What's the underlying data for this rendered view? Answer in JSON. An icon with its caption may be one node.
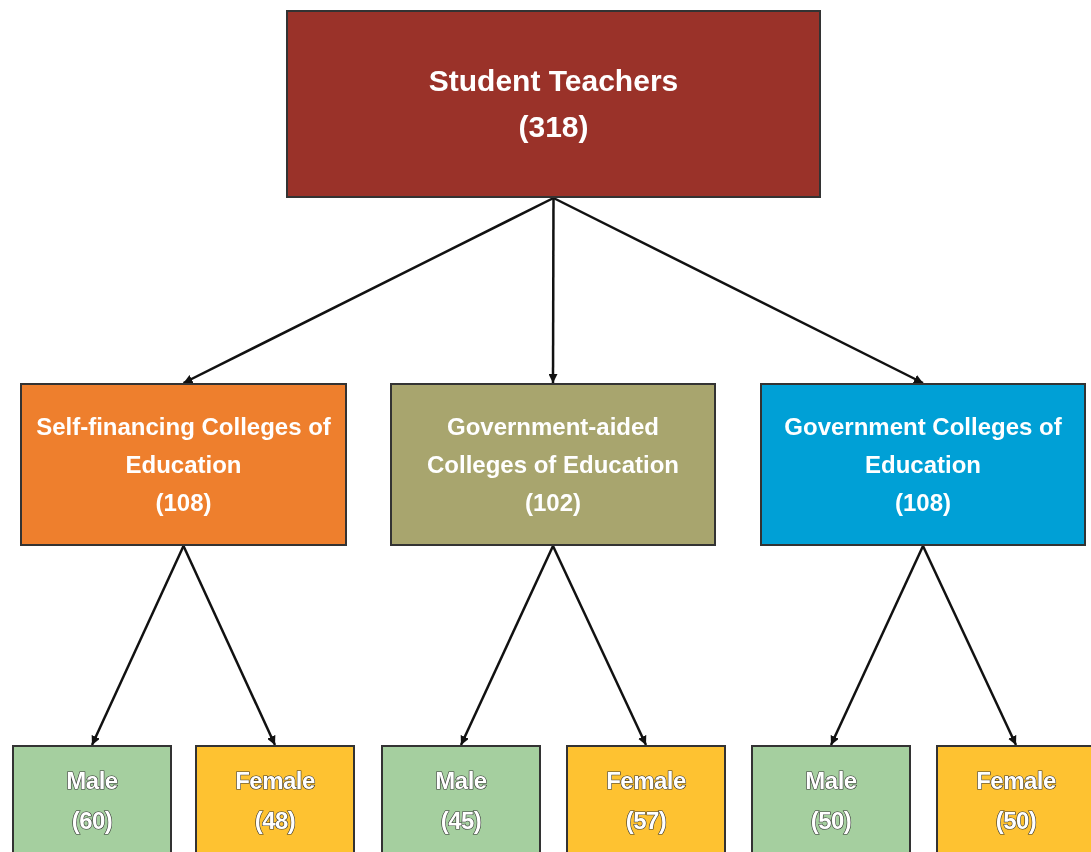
{
  "diagram": {
    "nodes": [
      {
        "text": [
          "Student Teachers",
          "(318)"
        ]
      },
      {
        "text": [
          "Self-financing Colleges of Education",
          "(108)"
        ]
      },
      {
        "text": [
          "Government-aided Colleges of Education",
          "(102)"
        ]
      },
      {
        "text": [
          "Government Colleges of Education",
          "(108)"
        ]
      },
      {
        "text": [
          "Male",
          "(60)"
        ]
      },
      {
        "text": [
          "Female",
          "(48)"
        ]
      },
      {
        "text": [
          "Male",
          "(45)"
        ]
      },
      {
        "text": [
          "Female",
          "(57)"
        ]
      },
      {
        "text": [
          "Male",
          "(50)"
        ]
      },
      {
        "text": [
          "Female",
          "(50)"
        ]
      }
    ],
    "edges": [
      {
        "from": 0,
        "to": 1,
        "arrow": "to"
      },
      {
        "from": 0,
        "to": 2,
        "arrow": "to"
      },
      {
        "from": 0,
        "to": 3,
        "arrow": "to"
      },
      {
        "from": 1,
        "to": 4,
        "arrow": "to"
      },
      {
        "from": 1,
        "to": 5,
        "arrow": "to"
      },
      {
        "from": 2,
        "to": 6,
        "arrow": "to"
      },
      {
        "from": 2,
        "to": 7,
        "arrow": "to"
      },
      {
        "from": 3,
        "to": 8,
        "arrow": "to"
      },
      {
        "from": 3,
        "to": 9,
        "arrow": "to"
      }
    ]
  }
}
